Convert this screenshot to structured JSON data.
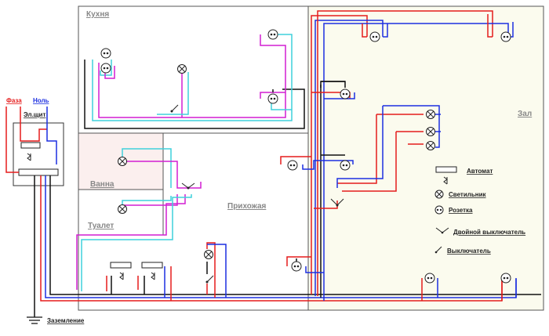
{
  "rooms": {
    "kitchen": "Кухня",
    "hall": "Зал",
    "bathroom": "Ванна",
    "toilet": "Туалет",
    "hallway": "Прихожая"
  },
  "panel": {
    "phase": "Фаза",
    "neutral": "Ноль",
    "board": "Эл.щит",
    "ground": "Заземление"
  },
  "legend": {
    "breaker": "Автомат",
    "lamp": "Светильник",
    "socket": "Розетка",
    "double_switch": "Двойной выключатель",
    "switch": "Выключатель"
  },
  "colors": {
    "phase": "#e51c1c",
    "neutral": "#1c2fe0",
    "ground": "#111111",
    "light_wire_1": "#d21fd2",
    "light_wire_2": "#3fd0dc",
    "bath_fill": "#fbefee",
    "hall_fill": "#fbfbee"
  },
  "icons": [
    "socket-icon",
    "lamp-icon",
    "switch-icon",
    "double-switch-icon",
    "breaker-icon",
    "ground-icon"
  ]
}
